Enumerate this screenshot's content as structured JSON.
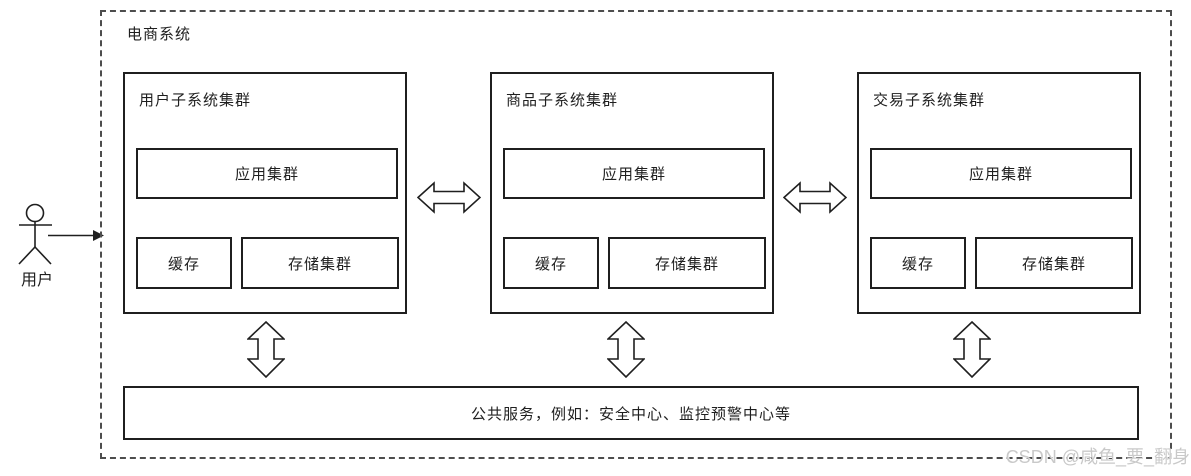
{
  "diagram": {
    "system_title": "电商系统",
    "actor": {
      "label": "用户"
    },
    "clusters": [
      {
        "title": "用户子系统集群",
        "app_label": "应用集群",
        "cache_label": "缓存",
        "storage_label": "存储集群"
      },
      {
        "title": "商品子系统集群",
        "app_label": "应用集群",
        "cache_label": "缓存",
        "storage_label": "存储集群"
      },
      {
        "title": "交易子系统集群",
        "app_label": "应用集群",
        "cache_label": "缓存",
        "storage_label": "存储集群"
      }
    ],
    "shared_services_label": "公共服务，例如：安全中心、监控预警中心等",
    "watermark": "CSDN @咸鱼_要_翻身",
    "colors": {
      "line": "#1f1f1f",
      "boundary_dash": "#4d4d4d",
      "background": "#ffffff",
      "watermark": "#c9c9c9"
    }
  }
}
